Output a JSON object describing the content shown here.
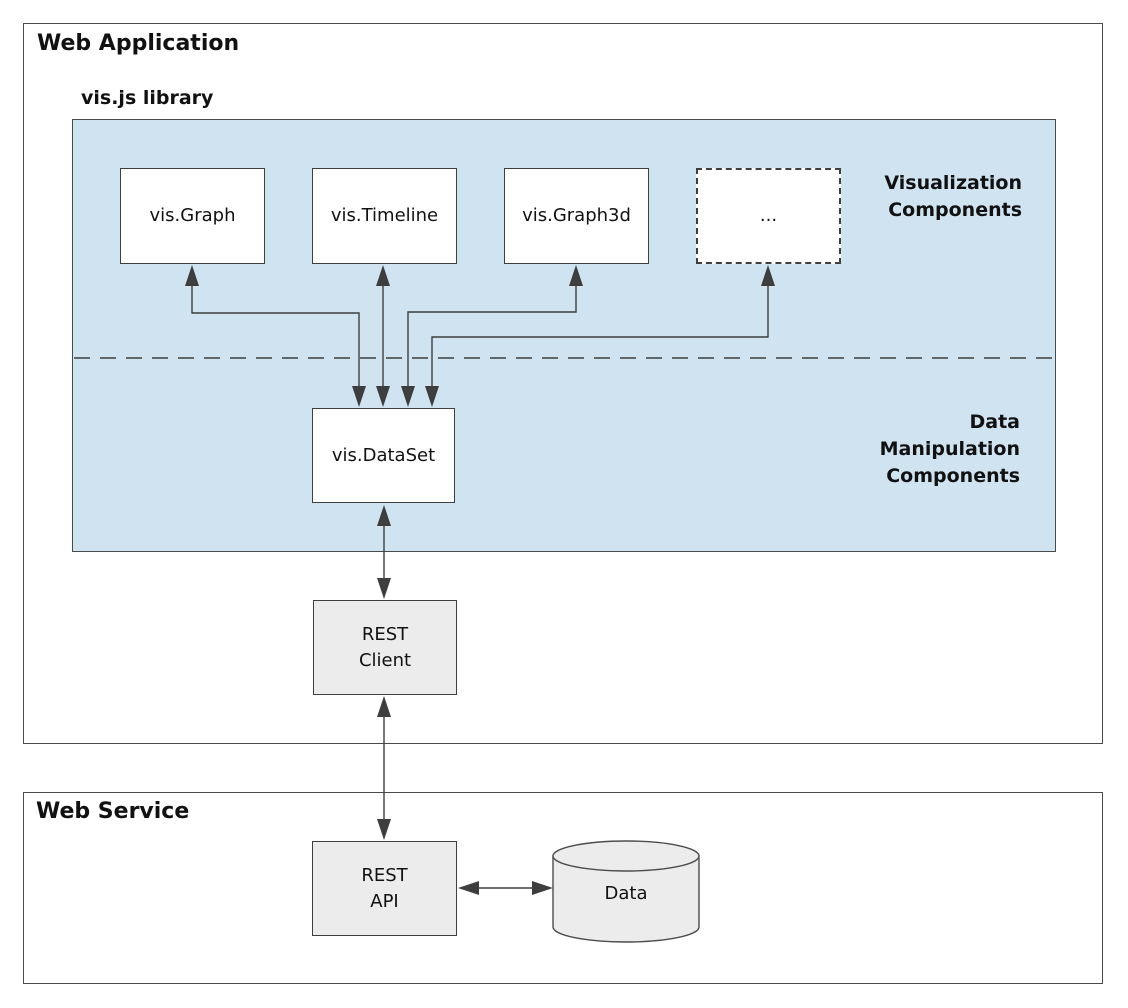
{
  "colors": {
    "panel_blue": "#cfe3f1",
    "box_gray": "#ececec",
    "box_white": "#ffffff",
    "line": "#3e3e3e",
    "border_dark": "#4a4a4a",
    "text": "#111111"
  },
  "web_application": {
    "title": "Web Application"
  },
  "visjs_library": {
    "label": "vis.js library"
  },
  "components": {
    "vis_graph": "vis.Graph",
    "vis_timeline": "vis.Timeline",
    "vis_graph3d": "vis.Graph3d",
    "more": "...",
    "vis_dataset": "vis.DataSet"
  },
  "section_labels": {
    "visualization": "Visualization\nComponents",
    "data_manipulation": "Data\nManipulation\nComponents"
  },
  "web_service": {
    "title": "Web Service"
  },
  "nodes": {
    "rest_client": "REST\nClient",
    "rest_api": "REST\nAPI",
    "data_store": "Data"
  }
}
